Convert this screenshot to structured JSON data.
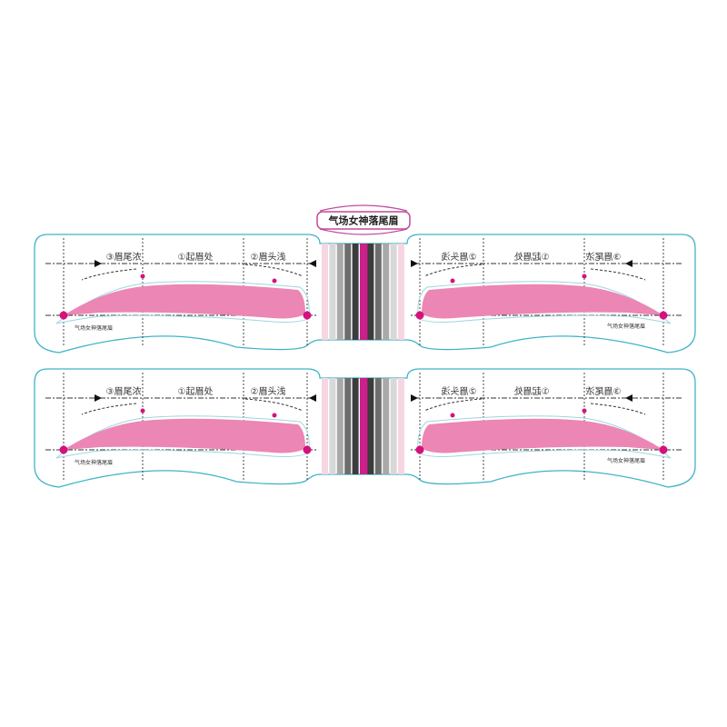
{
  "title_badge": "气场女神落尾眉",
  "strips": [
    {
      "labels": [
        "③眉尾浓",
        "①起眉处",
        "②眉头浅"
      ],
      "brand_text_left": "气场女神落尾眉",
      "brand_text_right": "气场女神落尾眉"
    },
    {
      "labels": [
        "③眉尾浓",
        "①起眉处",
        "②眉头浅"
      ],
      "brand_text_left": "气场女神落尾眉",
      "brand_text_right": "气场女神落尾眉"
    }
  ],
  "colors": {
    "outline": "#3fb3c8",
    "brow": "#ec86b4",
    "dot": "#d6117e",
    "stripe_accent": "#cc1f8a"
  }
}
